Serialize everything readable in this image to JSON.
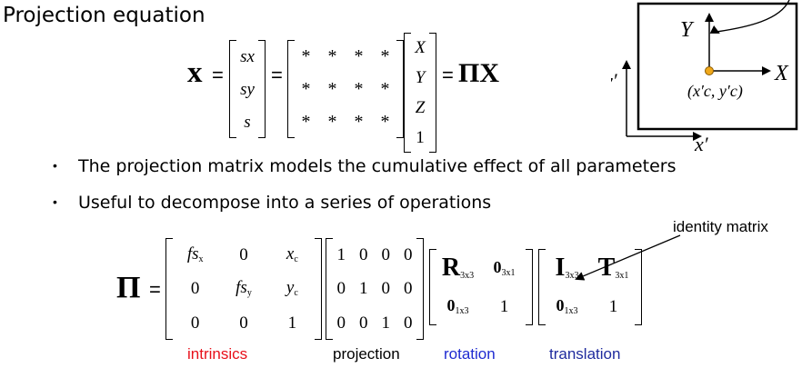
{
  "slide": {
    "title": "Projection equation",
    "bullets": [
      "The projection matrix models the cumulative effect of all parameters",
      "Useful to decompose into a series of operations"
    ]
  },
  "eq1": {
    "lhs": "x",
    "vec1": [
      "sx",
      "sy",
      "s"
    ],
    "mat_cells": [
      "*",
      "*",
      "*",
      "*",
      "*",
      "*",
      "*",
      "*",
      "*",
      "*",
      "*",
      "*"
    ],
    "vec2": [
      "X",
      "Y",
      "Z",
      "1"
    ],
    "rhs": "ΠX",
    "equals": "="
  },
  "diagram": {
    "Y": "Y",
    "X": "X",
    "y_prime": "y′",
    "x_prime": "x′",
    "center": "(x′c, y′c)",
    "point_color": "#f0a81a"
  },
  "eq2": {
    "lhs": "Π",
    "equals": "=",
    "intrinsics": [
      [
        "fs",
        "x",
        "0",
        "",
        "x",
        "c"
      ],
      [
        "0",
        "",
        "fs",
        "y",
        "y",
        "c"
      ],
      [
        "0",
        "",
        "0",
        "",
        "1",
        ""
      ]
    ],
    "projection": [
      "1",
      "0",
      "0",
      "0",
      "0",
      "1",
      "0",
      "0",
      "0",
      "0",
      "1",
      "0"
    ],
    "rotation": {
      "R": "R",
      "R_sub": "3x3",
      "z1": "0",
      "z1_sub": "3x1",
      "z2": "0",
      "z2_sub": "1x3",
      "one": "1"
    },
    "translation": {
      "I": "I",
      "I_sub": "3x3",
      "T": "T",
      "T_sub": "3x1",
      "z": "0",
      "z_sub": "1x3",
      "one": "1"
    },
    "annotation": "identity matrix"
  },
  "labels": {
    "intrinsics": "intrinsics",
    "projection": "projection",
    "rotation": "rotation",
    "translation": "translation"
  },
  "colors": {
    "intrinsics": "#e8101a",
    "projection": "#000000",
    "rotation": "#1f2bd1",
    "translation": "#1f2b9e"
  }
}
